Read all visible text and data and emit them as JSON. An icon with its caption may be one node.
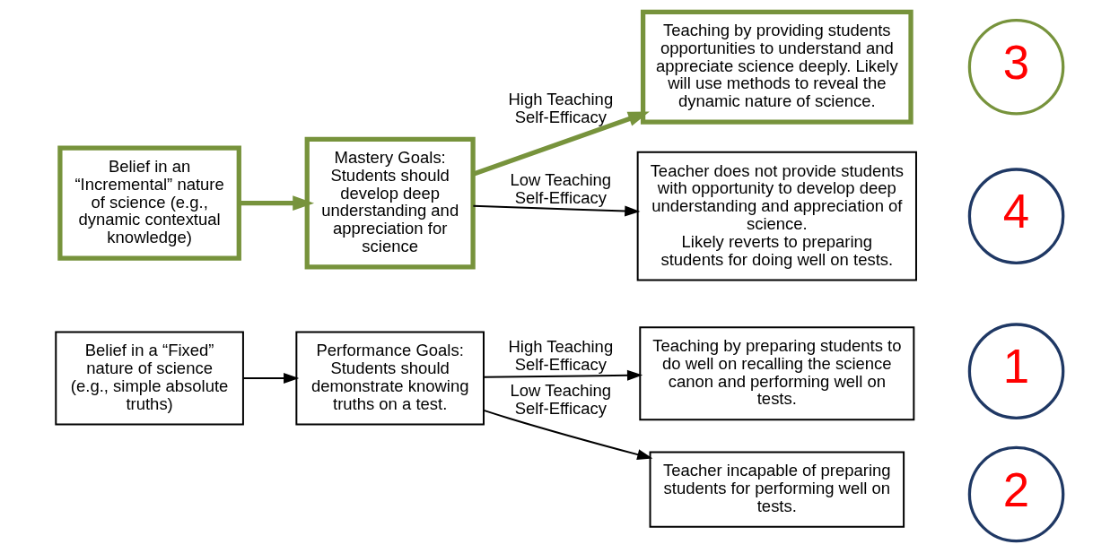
{
  "diagram": {
    "nodes": [
      {
        "text": [
          "Belief in a “Fixed” nature of science (e.g., simple absolute truths)"
        ]
      },
      {
        "text": [
          "Performance Goals: Students should demonstrate knowing truths on a test."
        ]
      },
      {
        "text": [
          "Teaching by preparing students to do well on recalling the science canon and performing well on tests."
        ]
      },
      {
        "text": [
          "1"
        ]
      },
      {
        "text": [
          "Teacher incapable of preparing students for performing well on tests."
        ]
      },
      {
        "text": [
          "2"
        ]
      },
      {
        "text": [
          "Belief in an “Incremental” nature of science (e.g., dynamic contextual knowledge)"
        ]
      },
      {
        "text": [
          "Mastery Goals: Students should develop deep understanding and appreciation for science"
        ]
      },
      {
        "text": [
          "Teaching by providing students opportunities to understand and appreciate science deeply. Likely will use methods to reveal the dynamic nature of science."
        ]
      },
      {
        "text": [
          "3"
        ]
      },
      {
        "text": [
          "Teacher does not provide students with opportunity to develop deep understanding and appreciation of science.",
          "Likely reverts to preparing students for doing well on tests."
        ]
      },
      {
        "text": [
          "4"
        ]
      }
    ],
    "edges": [
      {
        "from": 0,
        "to": 1,
        "arrow": "to"
      },
      {
        "from": 1,
        "to": 2,
        "arrow": "to",
        "label": "High Teaching Self-Efficacy"
      },
      {
        "from": 1,
        "to": 4,
        "arrow": "to",
        "label": "Low Teaching Self-Efficacy"
      },
      {
        "from": 6,
        "to": 7,
        "arrow": "to",
        "style": "thick",
        "color": "#77933c"
      },
      {
        "from": 7,
        "to": 8,
        "arrow": "to",
        "label": "High Teaching Self-Efficacy",
        "style": "thick",
        "color": "#77933c"
      },
      {
        "from": 7,
        "to": 10,
        "arrow": "to",
        "label": "Low Teaching Self-Efficacy"
      }
    ]
  }
}
